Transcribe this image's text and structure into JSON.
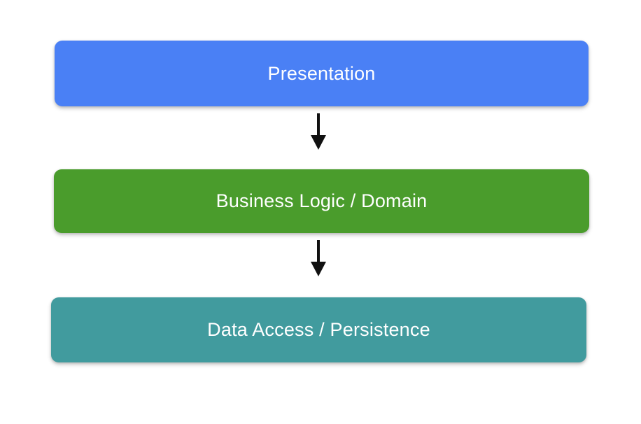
{
  "diagram": {
    "type": "layered-architecture",
    "background_color": "#ffffff",
    "layers": [
      {
        "id": "presentation",
        "label": "Presentation",
        "color": "#4a80f5",
        "order": 1
      },
      {
        "id": "business-logic-domain",
        "label": "Business Logic / Domain",
        "color": "#4a9c2c",
        "order": 2
      },
      {
        "id": "data-access-persistence",
        "label": "Data Access / Persistence",
        "color": "#419b9e",
        "order": 3
      }
    ],
    "connectors": [
      {
        "id": "presentation-to-business",
        "from": "presentation",
        "to": "business-logic-domain",
        "direction": "down",
        "color": "#111111"
      },
      {
        "id": "business-to-data",
        "from": "business-logic-domain",
        "to": "data-access-persistence",
        "direction": "down",
        "color": "#111111"
      }
    ]
  }
}
